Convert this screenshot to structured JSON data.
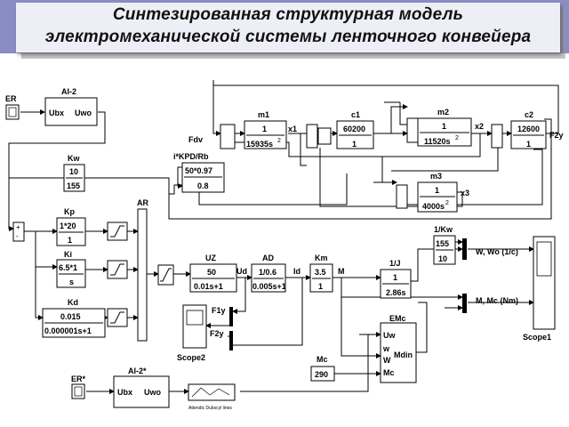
{
  "title": {
    "line1": "Синтезированная структурная модель",
    "line2": "электромеханической системы ленточного конвейера"
  },
  "labels": {
    "er": "ER",
    "er2": "ER*",
    "fdv": "Fdv",
    "ar": "AR",
    "ud": "Ud",
    "id": "Id",
    "m": "M",
    "x1": "x1",
    "x2": "x2",
    "x3": "x3",
    "f2y_out": "F2y",
    "w_wo": "W, Wo (1/c)",
    "m_mc": "M, Mc (Nm)",
    "f1y": "F1y",
    "f2y": "F2y",
    "scope1": "Scope1",
    "scope2": "Scope2"
  },
  "blocks": {
    "ai2": {
      "name": "AI-2",
      "in": "Ubx",
      "out": "Uwo"
    },
    "ai2s": {
      "name": "AI-2*",
      "in": "Ubx",
      "out": "Uwo"
    },
    "kw": {
      "name": "Kw",
      "num": "10",
      "den": "155"
    },
    "kp": {
      "name": "Kp",
      "num": "1*20",
      "den": "1"
    },
    "ki": {
      "name": "Ki",
      "num": "6.5*1",
      "den": "s"
    },
    "kd": {
      "name": "Kd",
      "num": "0.015",
      "den": "0.000001s+1"
    },
    "ikpd": {
      "name": "i*KPD/Rb",
      "num": "50*0.97",
      "den": "0.8"
    },
    "uz": {
      "name": "UZ",
      "num": "50",
      "den": "0.01s+1"
    },
    "ad": {
      "name": "AD",
      "num": "1/0.6",
      "den": "0.005s+1"
    },
    "km": {
      "name": "Km",
      "num": "3.5",
      "den": "1"
    },
    "invj": {
      "name": "1/J",
      "num": "1",
      "den": "2.86s"
    },
    "invkw": {
      "name": "1/Kw",
      "num": "155",
      "den": "10"
    },
    "m1": {
      "name": "m1",
      "num": "1",
      "den": "15935s",
      "pow": "2"
    },
    "c1": {
      "name": "c1",
      "num": "60200",
      "den": "1"
    },
    "m2": {
      "name": "m2",
      "num": "1",
      "den": "11520s",
      "pow": "2"
    },
    "c2": {
      "name": "c2",
      "num": "12600",
      "den": "1"
    },
    "m3": {
      "name": "m3",
      "num": "1",
      "den": "4000s",
      "pow": "2"
    },
    "mc": {
      "name": "Mc",
      "value": "290"
    },
    "emc": {
      "name": "EMc",
      "ports_in": [
        "Uw",
        "w",
        "W",
        "Mc"
      ],
      "port_out": "Mdin"
    }
  },
  "small_scope_caption": "Attendic Dubscyl lines"
}
